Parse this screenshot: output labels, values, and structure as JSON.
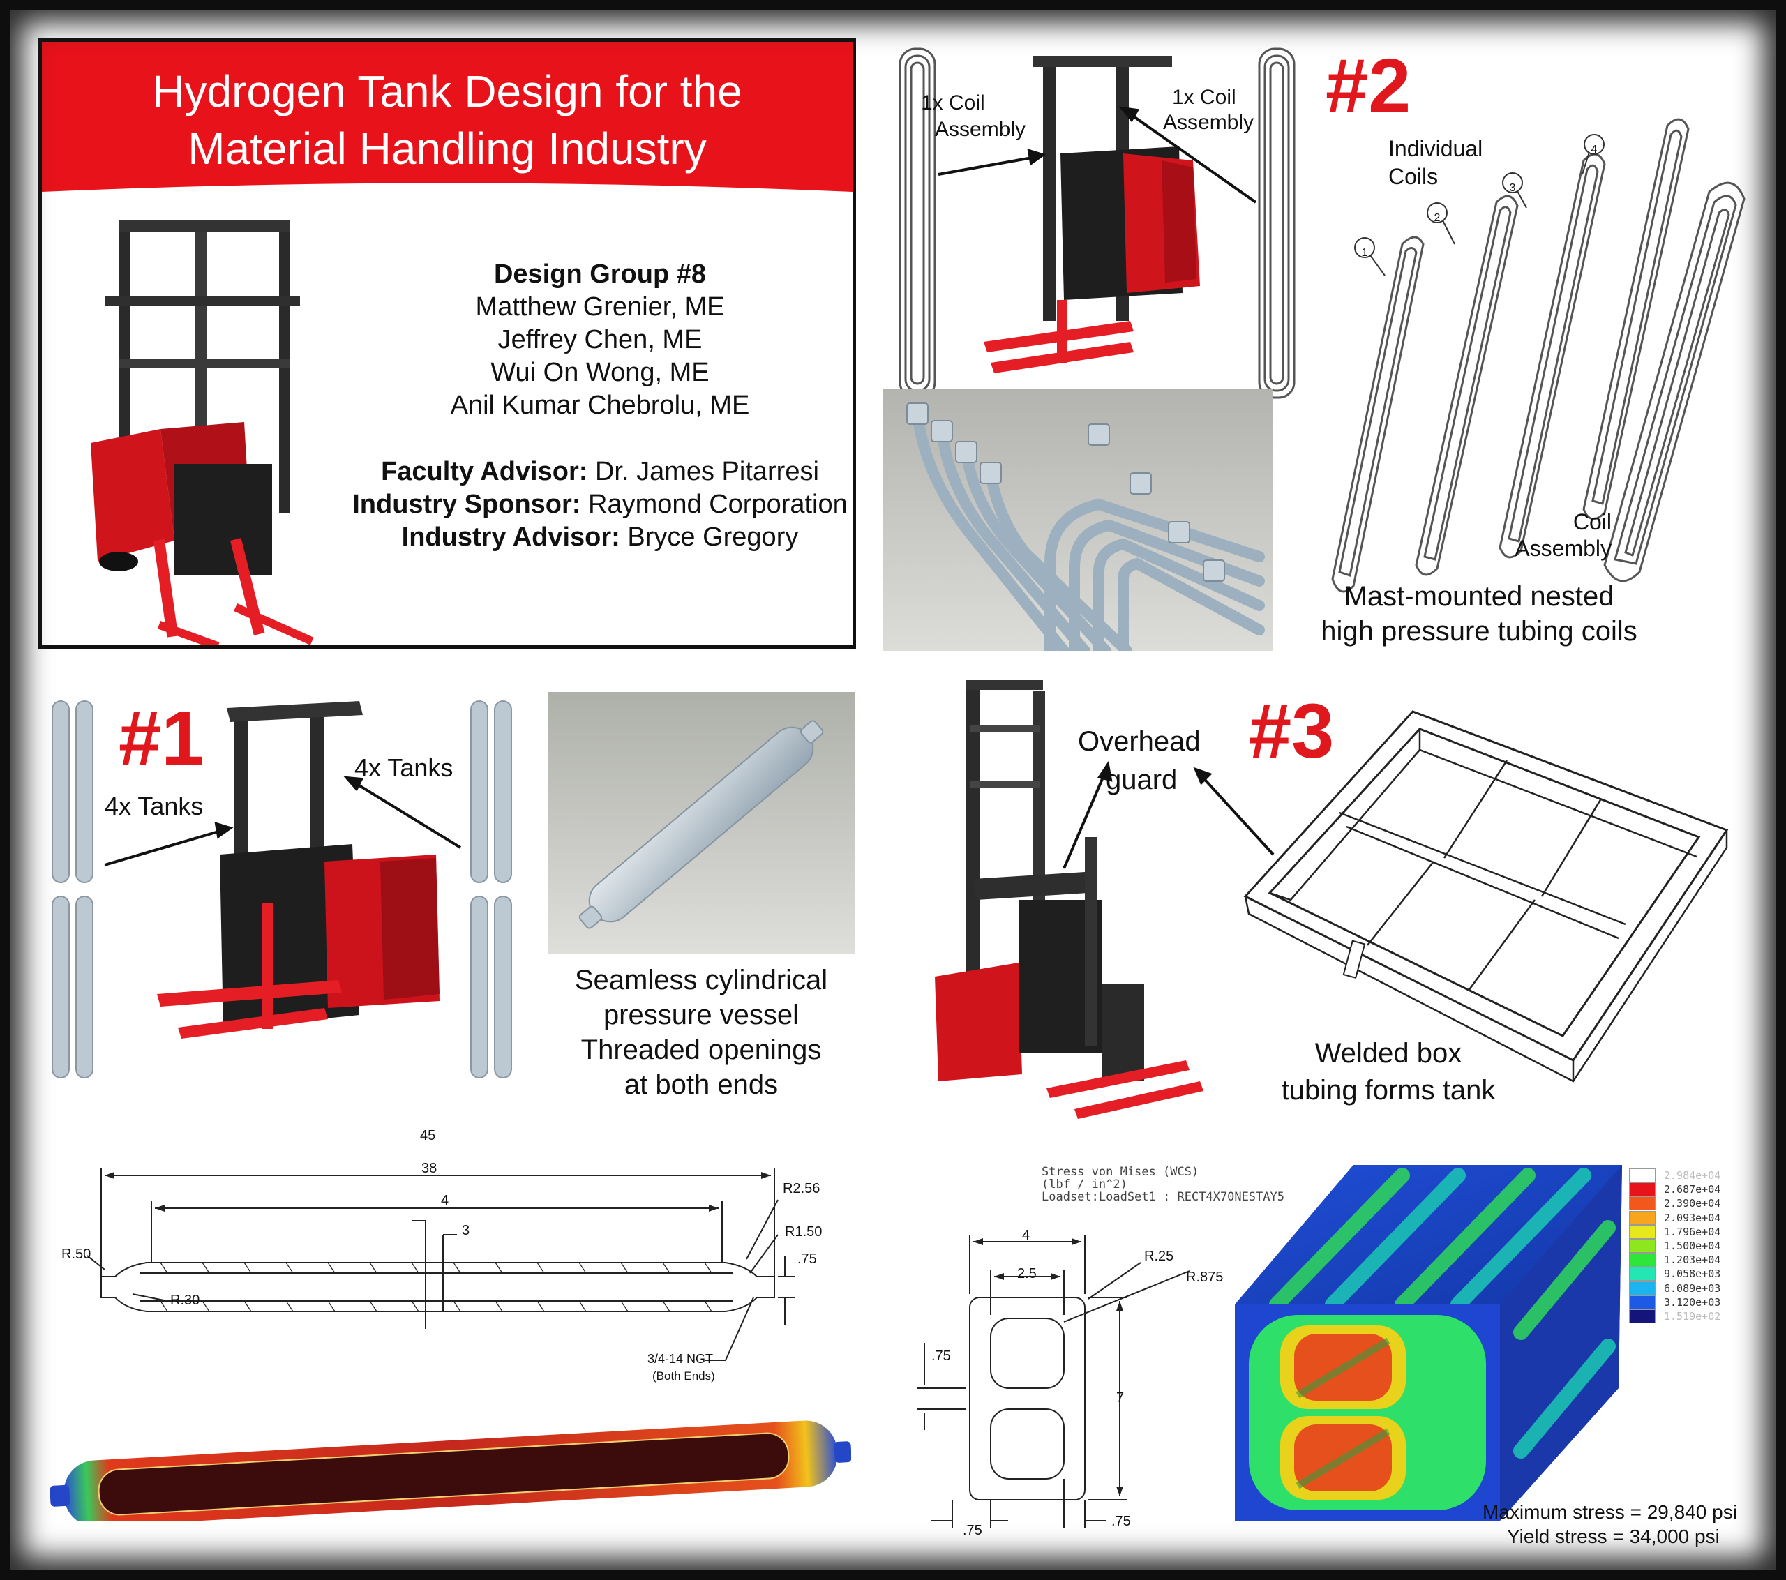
{
  "title_block": {
    "title_line1": "Hydrogen Tank Design for the",
    "title_line2": "Material Handling Industry",
    "group_label": "Design Group #8",
    "members": [
      "Matthew Grenier, ME",
      "Jeffrey Chen, ME",
      "Wui On Wong, ME",
      "Anil Kumar Chebrolu, ME"
    ],
    "faculty_label": "Faculty Advisor:",
    "faculty_value": "Dr. James Pitarresi",
    "sponsor_label": "Industry Sponsor:",
    "sponsor_value": "Raymond Corporation",
    "advisor_label": "Industry Advisor:",
    "advisor_value": "Bryce Gregory"
  },
  "design2": {
    "number": "#2",
    "label_left_1": "1x Coil",
    "label_left_2": "Assembly",
    "label_right_1": "1x Coil",
    "label_right_2": "Assembly",
    "individual_1": "Individual",
    "individual_2": "Coils",
    "coil_numbers": [
      "1",
      "2",
      "3",
      "4"
    ],
    "coil_assembly_1": "Coil",
    "coil_assembly_2": "Assembly",
    "caption_1": "Mast-mounted nested",
    "caption_2": "high pressure tubing coils"
  },
  "design1": {
    "number": "#1",
    "label_left": "4x Tanks",
    "label_right": "4x Tanks",
    "caption_1": "Seamless cylindrical",
    "caption_2": "pressure vessel",
    "caption_3": "Threaded openings",
    "caption_4": "at both ends"
  },
  "design3": {
    "number": "#3",
    "guard_1": "Overhead",
    "guard_2": "guard",
    "caption_1": "Welded box",
    "caption_2": "tubing forms tank"
  },
  "drawing1": {
    "dim_45": "45",
    "dim_38": "38",
    "dim_4": "4",
    "dim_3": "3",
    "r256": "R2.56",
    "r150": "R1.50",
    "d75": ".75",
    "r50": "R.50",
    "r30": "R.30",
    "thread_1": "3/4-14 NGT",
    "thread_2": "(Both Ends)"
  },
  "drawing3": {
    "dim_4": "4",
    "dim_25": "2.5",
    "r25": "R.25",
    "r875": "R.875",
    "d75_a": ".75",
    "d7": "7",
    "d75_b": ".75",
    "d75_c": ".75"
  },
  "fea": {
    "header_1": "Stress von Mises (WCS)",
    "header_2": "(lbf / in^2)",
    "header_3": "Loadset:LoadSet1  :  RECT4X70NESTAY5",
    "legend": [
      {
        "value": "2.984e+04",
        "color": "#ffffff"
      },
      {
        "value": "2.687e+04",
        "color": "#e8141c"
      },
      {
        "value": "2.390e+04",
        "color": "#f2581c"
      },
      {
        "value": "2.093e+04",
        "color": "#f7a51c"
      },
      {
        "value": "1.796e+04",
        "color": "#e6e81c"
      },
      {
        "value": "1.500e+04",
        "color": "#8ee61c"
      },
      {
        "value": "1.203e+04",
        "color": "#2ee63a"
      },
      {
        "value": "9.058e+03",
        "color": "#24e6b4"
      },
      {
        "value": "6.089e+03",
        "color": "#1cb4ee"
      },
      {
        "value": "3.120e+03",
        "color": "#1c5ae6"
      },
      {
        "value": "1.519e+02",
        "color": "#14147a"
      }
    ],
    "max_stress": "Maximum stress = 29,840 psi",
    "yield_stress": "Yield stress = 34,000 psi"
  },
  "colors": {
    "accent_red": "#e0181d",
    "forklift_red": "#c8121a",
    "tank_grey": "#b8c3cc"
  }
}
